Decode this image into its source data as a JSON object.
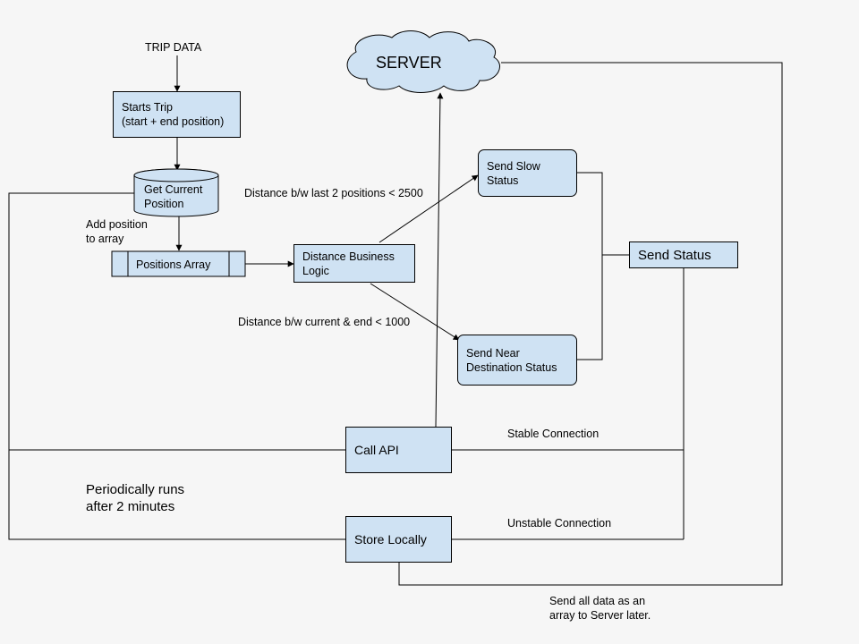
{
  "labels": {
    "trip_data": "TRIP DATA",
    "server": "SERVER",
    "add_position": "Add position\nto array",
    "slow_condition": "Distance b/w last 2 positions < 2500",
    "near_condition": "Distance b/w current & end < 1000",
    "stable": "Stable Connection",
    "unstable": "Unstable Connection",
    "periodic": "Periodically runs\nafter 2 minutes",
    "send_later": "Send all data as an\narray to Server later."
  },
  "nodes": {
    "starts_trip": "Starts Trip\n(start + end position)",
    "get_current_position": "Get Current\nPosition",
    "positions_array": "Positions Array",
    "distance_logic": "Distance Business\nLogic",
    "send_slow": "Send Slow\nStatus",
    "send_near": "Send Near\nDestination Status",
    "send_status": "Send Status",
    "call_api": "Call API",
    "store_locally": "Store Locally"
  },
  "colors": {
    "node_fill": "#cfe2f3",
    "stroke": "#000000",
    "background": "#f6f6f6"
  }
}
